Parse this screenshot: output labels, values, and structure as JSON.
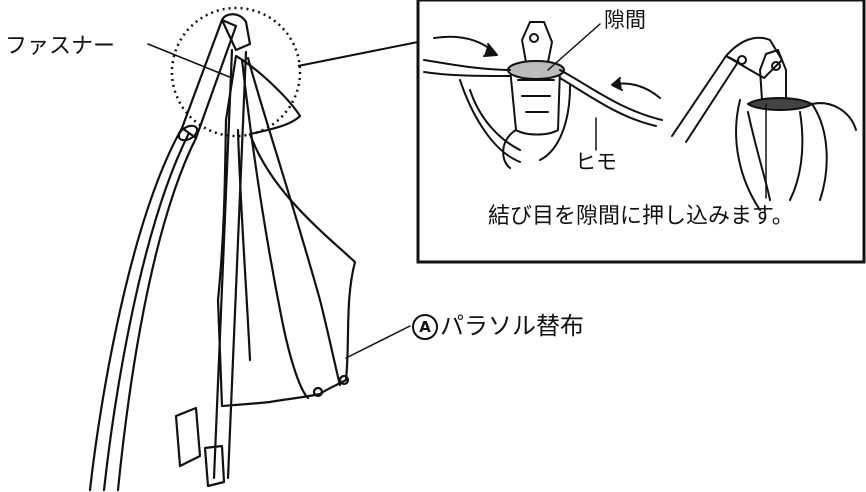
{
  "labels": {
    "fastener": "ファスナー",
    "gap": "隙間",
    "string": "ヒモ",
    "instruction": "結び目を隙間に押し込みます。",
    "canopy_marker": "A",
    "canopy": "パラソル替布"
  },
  "colors": {
    "line": "#111111",
    "background": "#ffffff"
  }
}
